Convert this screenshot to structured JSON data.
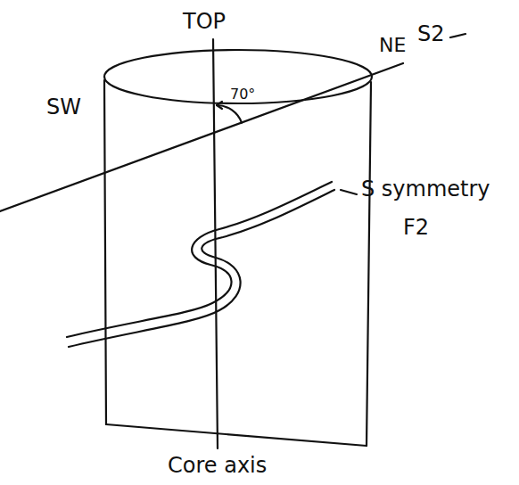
{
  "diagram": {
    "labels": [
      "TOP",
      "SW",
      "NE",
      "S2",
      "70°",
      "S symmetry",
      "F2",
      "Core axis"
    ]
  }
}
